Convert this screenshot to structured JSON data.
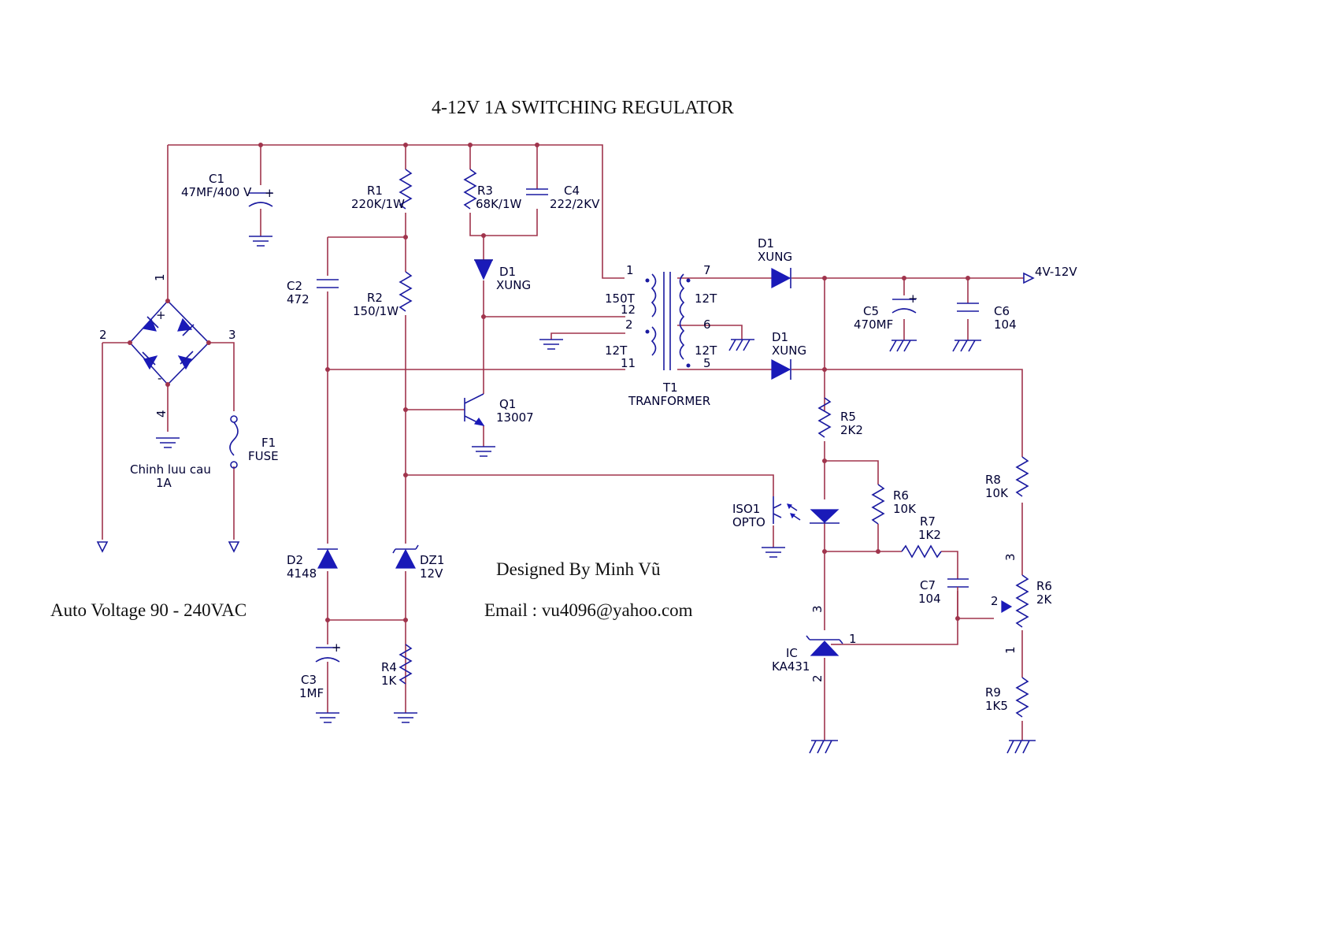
{
  "title": "4-12V 1A SWITCHING REGULATOR",
  "footer": {
    "input_note": "Auto Voltage 90 - 240VAC",
    "designer": "Designed By Minh Vũ",
    "email": "Email : vu4096@yahoo.com"
  },
  "components": {
    "C1": {
      "ref": "C1",
      "value": "47MF/400 V"
    },
    "R1": {
      "ref": "R1",
      "value": "220K/1W"
    },
    "R3": {
      "ref": "R3",
      "value": "68K/1W"
    },
    "C4": {
      "ref": "C4",
      "value": "222/2KV"
    },
    "C2": {
      "ref": "C2",
      "value": "472"
    },
    "R2": {
      "ref": "R2",
      "value": "150/1W"
    },
    "D1_primary": {
      "ref": "D1",
      "value": "XUNG"
    },
    "D1_out1": {
      "ref": "D1",
      "value": "XUNG"
    },
    "D1_out2": {
      "ref": "D1",
      "value": "XUNG"
    },
    "Q1": {
      "ref": "Q1",
      "value": "13007"
    },
    "T1": {
      "ref": "T1",
      "value": "TRANFORMER"
    },
    "C5": {
      "ref": "C5",
      "value": "470MF"
    },
    "C6": {
      "ref": "C6",
      "value": "104"
    },
    "F1": {
      "ref": "F1",
      "value": "FUSE"
    },
    "bridge": {
      "line1": "Chinh luu cau",
      "line2": "1A"
    },
    "D2": {
      "ref": "D2",
      "value": "4148"
    },
    "DZ1": {
      "ref": "DZ1",
      "value": "12V"
    },
    "C3": {
      "ref": "C3",
      "value": "1MF"
    },
    "R4": {
      "ref": "R4",
      "value": "1K"
    },
    "ISO1": {
      "ref": "ISO1",
      "value": "OPTO"
    },
    "R5": {
      "ref": "R5",
      "value": "2K2"
    },
    "R6": {
      "ref": "R6",
      "value": "10K"
    },
    "R7": {
      "ref": "R7",
      "value": "1K2"
    },
    "C7": {
      "ref": "C7",
      "value": "104"
    },
    "R8": {
      "ref": "R8",
      "value": "10K"
    },
    "R6_pot": {
      "ref": "R6",
      "value": "2K"
    },
    "R9": {
      "ref": "R9",
      "value": "1K5"
    },
    "IC": {
      "ref": "IC",
      "value": "KA431"
    }
  },
  "transformer": {
    "primary_turns": "150T",
    "aux_turns": "12T",
    "secondary_turns_1": "12T",
    "secondary_turns_2": "12T",
    "pins": {
      "p1": "1",
      "p12": "12",
      "p2": "2",
      "p11": "11",
      "p7": "7",
      "p6": "6",
      "p5": "5"
    }
  },
  "output_label": "4V-12V",
  "pin_numbers": {
    "bridge_1": "1",
    "bridge_2": "2",
    "bridge_3": "3",
    "bridge_4": "4",
    "ic_3": "3",
    "ic_1": "1",
    "ic_2": "2",
    "pot_3": "3",
    "pot_2": "2",
    "pot_1": "1"
  },
  "bridge_signs": {
    "plus": "+",
    "minus": "-"
  },
  "colors": {
    "wire": "#a0344c",
    "symbol": "#1a1aa0",
    "diode_fill": "#1a1ab8",
    "text": "#000033"
  }
}
